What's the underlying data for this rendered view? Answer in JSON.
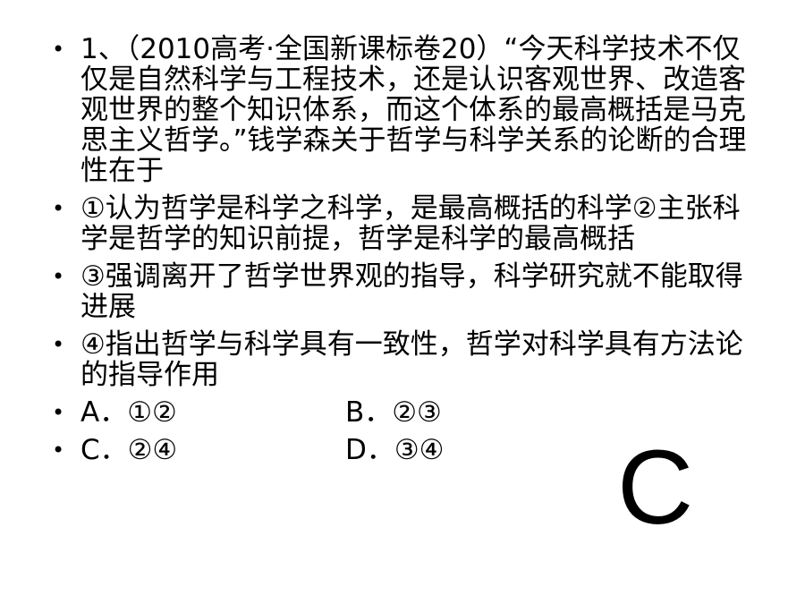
{
  "question": {
    "stem": "1、（2010高考·全国新课标卷20）“今天科学技术不仅仅是自然科学与工程技术，还是认识客观世界、改造客观世界的整个知识体系，而这个体系的最高概括是马克思主义哲学。”钱学森关于哲学与科学关系的论断的合理性在于",
    "statements": [
      "①认为哲学是科学之科学，是最高概括的科学②主张科学是哲学的知识前提，哲学是科学的最高概括",
      "③强调离开了哲学世界观的指导，科学研究就不能取得进展",
      "④指出哲学与科学具有一致性，哲学对科学具有方法论的指导作用"
    ],
    "options": {
      "a": "A．①②",
      "b": "B．②③",
      "c": "C．②④",
      "d": "D．③④"
    },
    "answer": "C"
  },
  "bullet_glyph": "•"
}
